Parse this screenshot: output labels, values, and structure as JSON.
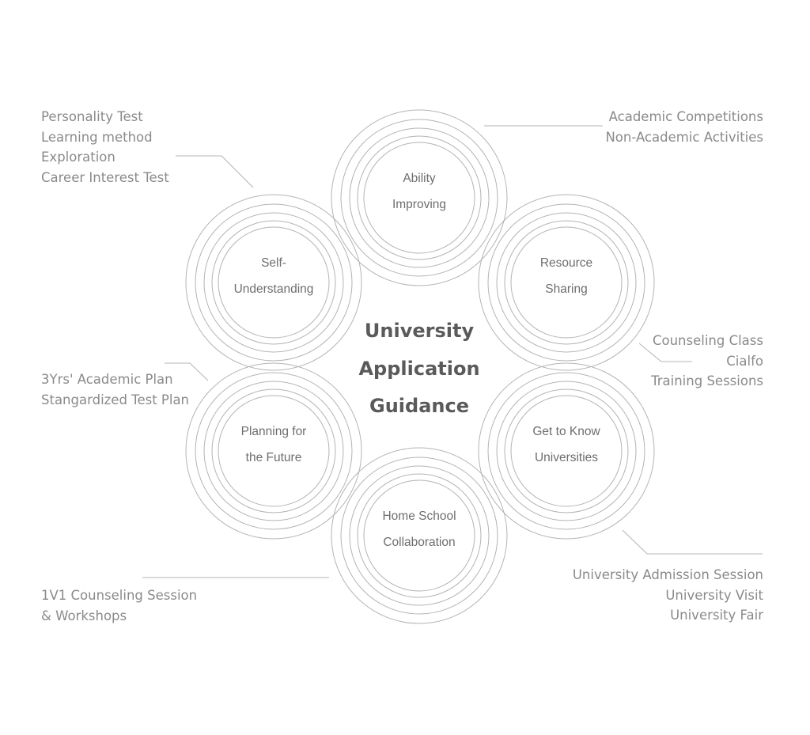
{
  "diagram": {
    "center_title_lines": [
      "University",
      "Application",
      "Guidance"
    ],
    "colors": {
      "stroke": "#b4b4b4",
      "node_text": "#6e6e6e",
      "note_text": "#8a8a8a",
      "title_text": "#5a5a5a"
    },
    "nodes": [
      {
        "id": "ability",
        "lines": [
          "Ability",
          "Improving"
        ],
        "notes": [
          "Academic Competitions",
          "Non-Academic Activities"
        ]
      },
      {
        "id": "resource",
        "lines": [
          "Resource",
          "Sharing"
        ],
        "notes": [
          "Counseling Class",
          "Cialfo",
          "Training Sessions"
        ]
      },
      {
        "id": "universities",
        "lines": [
          "Get to Know",
          "Universities"
        ],
        "notes": [
          "University Admission Session",
          "University Visit",
          "University Fair"
        ]
      },
      {
        "id": "homeschool",
        "lines": [
          "Home School",
          "Collaboration"
        ],
        "notes": [
          "1V1 Counseling Session",
          "& Workshops"
        ]
      },
      {
        "id": "planning",
        "lines": [
          "Planning for",
          "the Future"
        ],
        "notes": [
          "3Yrs' Academic Plan",
          "Stangardized Test Plan"
        ]
      },
      {
        "id": "self",
        "lines": [
          "Self-",
          "Understanding"
        ],
        "notes": [
          "Personality Test",
          "Learning method",
          "Exploration",
          "Career Interest Test"
        ]
      }
    ]
  }
}
